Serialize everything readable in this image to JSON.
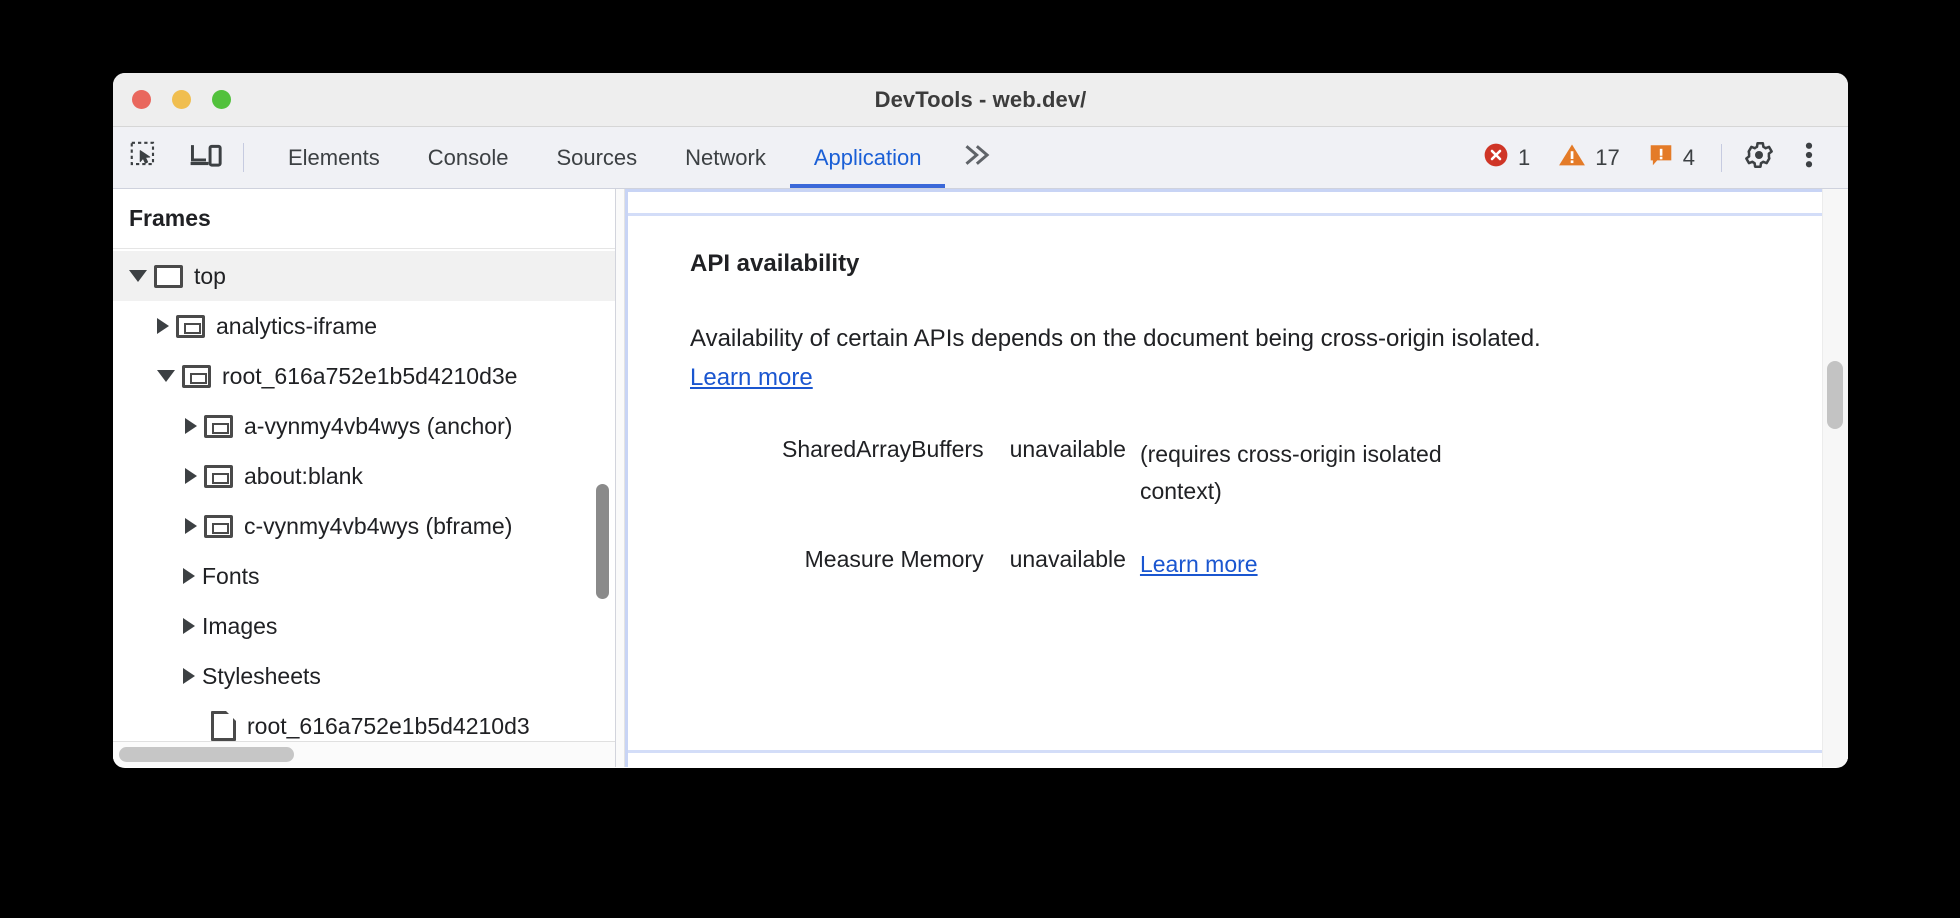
{
  "window": {
    "title": "DevTools - web.dev/",
    "traffic_lights": [
      {
        "name": "close",
        "color": "#e9675d"
      },
      {
        "name": "minimize",
        "color": "#f0be4f"
      },
      {
        "name": "maximize",
        "color": "#52c13c"
      }
    ]
  },
  "toolbar": {
    "inspect_icon": "inspect-element-icon",
    "device_icon": "device-toolbar-icon",
    "tabs": [
      {
        "label": "Elements",
        "active": false
      },
      {
        "label": "Console",
        "active": false
      },
      {
        "label": "Sources",
        "active": false
      },
      {
        "label": "Network",
        "active": false
      },
      {
        "label": "Application",
        "active": true
      }
    ],
    "more_tabs_glyph": "»",
    "counters": [
      {
        "name": "errors",
        "icon": "error-circle-icon",
        "count": "1",
        "color": "#cf3526"
      },
      {
        "name": "warnings",
        "icon": "warning-triangle-icon",
        "count": "17",
        "color": "#e47b28"
      },
      {
        "name": "issues",
        "icon": "issue-bubble-icon",
        "count": "4",
        "color": "#e47b28"
      }
    ],
    "settings_icon": "gear-icon",
    "menu_icon": "vertical-dots-icon"
  },
  "sidebar": {
    "header": "Frames",
    "tree": [
      {
        "label": "top",
        "depth": 0,
        "twisty": "open",
        "icon": "frame-top-icon",
        "selected": true
      },
      {
        "label": "analytics-iframe",
        "depth": 1,
        "twisty": "closed",
        "icon": "frame-icon",
        "selected": false
      },
      {
        "label": "root_616a752e1b5d4210d3e",
        "depth": 1,
        "twisty": "open",
        "icon": "frame-icon",
        "selected": false
      },
      {
        "label": "a-vynmy4vb4wys (anchor)",
        "depth": 2,
        "twisty": "closed",
        "icon": "frame-icon",
        "selected": false
      },
      {
        "label": "about:blank",
        "depth": 2,
        "twisty": "closed",
        "icon": "frame-icon",
        "selected": false
      },
      {
        "label": "c-vynmy4vb4wys (bframe)",
        "depth": 2,
        "twisty": "closed",
        "icon": "frame-icon",
        "selected": false
      },
      {
        "label": "Fonts",
        "depth": 1,
        "twisty": "closed",
        "icon": "none",
        "selected": false
      },
      {
        "label": "Images",
        "depth": 1,
        "twisty": "closed",
        "icon": "none",
        "selected": false
      },
      {
        "label": "Stylesheets",
        "depth": 1,
        "twisty": "closed",
        "icon": "none",
        "selected": false
      },
      {
        "label": "root_616a752e1b5d4210d3",
        "depth": 2,
        "twisty": "none",
        "icon": "document-icon",
        "selected": false
      }
    ]
  },
  "main": {
    "section_title": "API availability",
    "description_pre": "Availability of certain APIs depends on the document being cross-origin isolated. ",
    "description_link": "Learn more",
    "rows": [
      {
        "key": "SharedArrayBuffers",
        "value": "unavailable",
        "note": "(requires cross-origin isolated context)",
        "link": ""
      },
      {
        "key": "Measure Memory",
        "value": "unavailable",
        "note": "",
        "link": "Learn more"
      }
    ]
  }
}
